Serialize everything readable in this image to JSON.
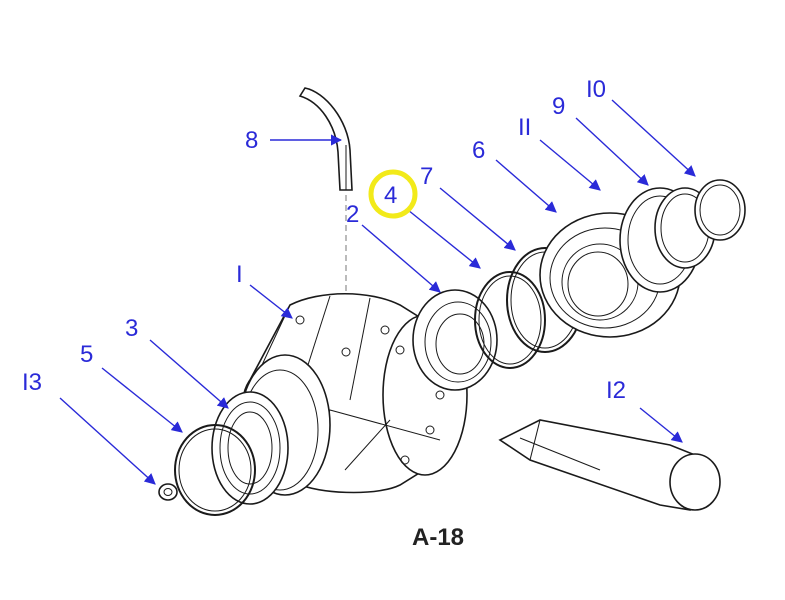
{
  "drawing": {
    "label": "A-18",
    "highlight_color": "#f2ea1a",
    "callout_color": "#2a2ad8",
    "highlighted_callout": "4"
  },
  "callouts": [
    {
      "key": "c1",
      "text": "I"
    },
    {
      "key": "c2",
      "text": "2"
    },
    {
      "key": "c3",
      "text": "3"
    },
    {
      "key": "c4",
      "text": "4"
    },
    {
      "key": "c5",
      "text": "5"
    },
    {
      "key": "c6",
      "text": "6"
    },
    {
      "key": "c7",
      "text": "7"
    },
    {
      "key": "c8",
      "text": "8"
    },
    {
      "key": "c9",
      "text": "9"
    },
    {
      "key": "c10",
      "text": "I0"
    },
    {
      "key": "c11",
      "text": "II"
    },
    {
      "key": "c12",
      "text": "I2"
    },
    {
      "key": "c13",
      "text": "I3"
    }
  ]
}
